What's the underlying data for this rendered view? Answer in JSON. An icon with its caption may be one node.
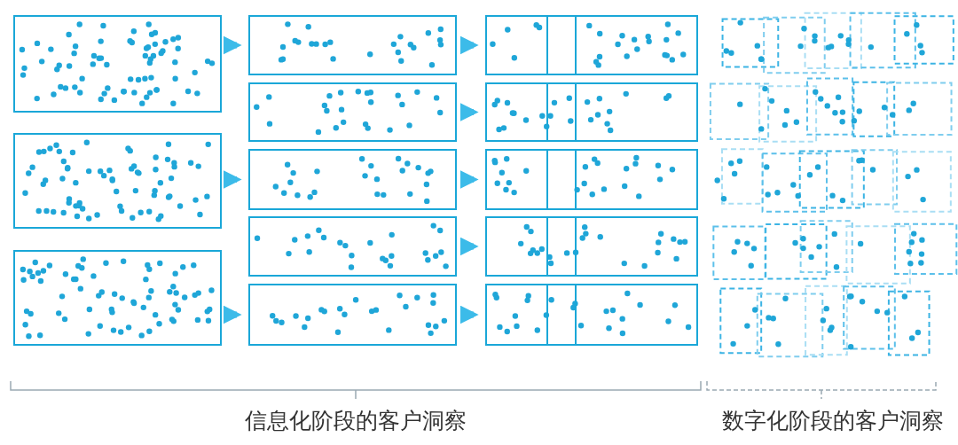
{
  "diagram": {
    "nodes": [
      {
        "text": [],
        "shape": "box"
      },
      {
        "text": [],
        "shape": "box"
      },
      {
        "text": [],
        "shape": "box"
      },
      {
        "text": [],
        "shape": "box"
      },
      {
        "text": [],
        "shape": "box"
      },
      {
        "text": [],
        "shape": "box"
      },
      {
        "text": [],
        "shape": "box"
      },
      {
        "text": [],
        "shape": "box"
      },
      {
        "text": [],
        "shape": "box"
      },
      {
        "text": [],
        "shape": "box"
      },
      {
        "text": [],
        "shape": "box"
      },
      {
        "text": [],
        "shape": "box"
      },
      {
        "text": [],
        "shape": "box"
      },
      {
        "text": [],
        "shape": "box",
        "in": 8
      },
      {
        "text": [],
        "shape": "box",
        "in": 9
      },
      {
        "text": [],
        "shape": "box",
        "in": 10
      },
      {
        "text": [],
        "shape": "box",
        "in": 11
      },
      {
        "text": [],
        "shape": "box",
        "in": 12
      }
    ],
    "edges": [
      {
        "from": 0,
        "to": 3,
        "arrow": "to"
      },
      {
        "from": 1,
        "to": 5,
        "arrow": "to"
      },
      {
        "from": 2,
        "to": 7,
        "arrow": "to"
      },
      {
        "from": 3,
        "to": 8,
        "arrow": "to"
      },
      {
        "from": 4,
        "to": 9,
        "arrow": "to"
      },
      {
        "from": 5,
        "to": 10,
        "arrow": "to"
      },
      {
        "from": 6,
        "to": 11,
        "arrow": "to"
      },
      {
        "from": 7,
        "to": 12,
        "arrow": "to"
      }
    ],
    "labels": [
      "信息化阶段的客户洞察",
      "数字化阶段的客户洞察"
    ]
  }
}
